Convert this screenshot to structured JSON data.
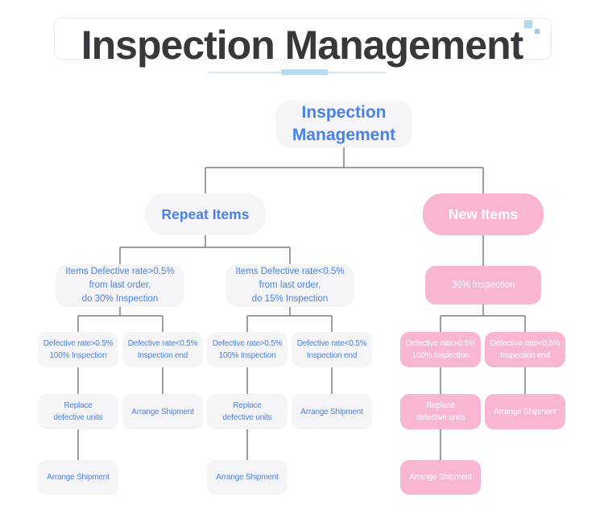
{
  "header": {
    "title": "Inspection Management"
  },
  "decor": {
    "square_large_color": "#b5d7ea",
    "square_small_color": "#9ecbe4",
    "underline_color": "#b9d9ec"
  },
  "colors": {
    "accent_blue": "#4a82e4",
    "node_gray": "#f5f5f7",
    "node_pink": "#f9b6d2",
    "connector_gray": "#7f7f7f",
    "title_dark": "#36383c"
  },
  "tree": {
    "root": "Inspection\nManagement",
    "repeat_items": {
      "label": "Repeat Items",
      "branches": [
        {
          "condition": "Items Defective rate>0.5%\nfrom last order,\ndo 30% Inspection",
          "outcomes": [
            {
              "check": "Defective rate>0.5%\n100% Inspection",
              "action": "Replace\ndefective units",
              "final": "Arrange Shipment"
            },
            {
              "check": "Defective rate<0.5%\nInspection end",
              "action": "Arrange Shipment"
            }
          ]
        },
        {
          "condition": "Items Defective rate<0.5%\nfrom last order,\ndo 15% Inspection",
          "outcomes": [
            {
              "check": "Defective rate>0.5%\n100% Inspection",
              "action": "Replace\ndefective units",
              "final": "Arrange Shipment"
            },
            {
              "check": "Defective rate<0.5%\nInspection end",
              "action": "Arrange Shipment"
            }
          ]
        }
      ]
    },
    "new_items": {
      "label": "New Items",
      "branches": [
        {
          "condition": "30% Inspection",
          "outcomes": [
            {
              "check": "Defective rate>0.5%\n100% Inspection",
              "action": "Replace\ndefective units",
              "final": "Arrange Shipment"
            },
            {
              "check": "Defective rate<0.5%\nInspection end",
              "action": "Arrange Shipment"
            }
          ]
        }
      ]
    }
  }
}
